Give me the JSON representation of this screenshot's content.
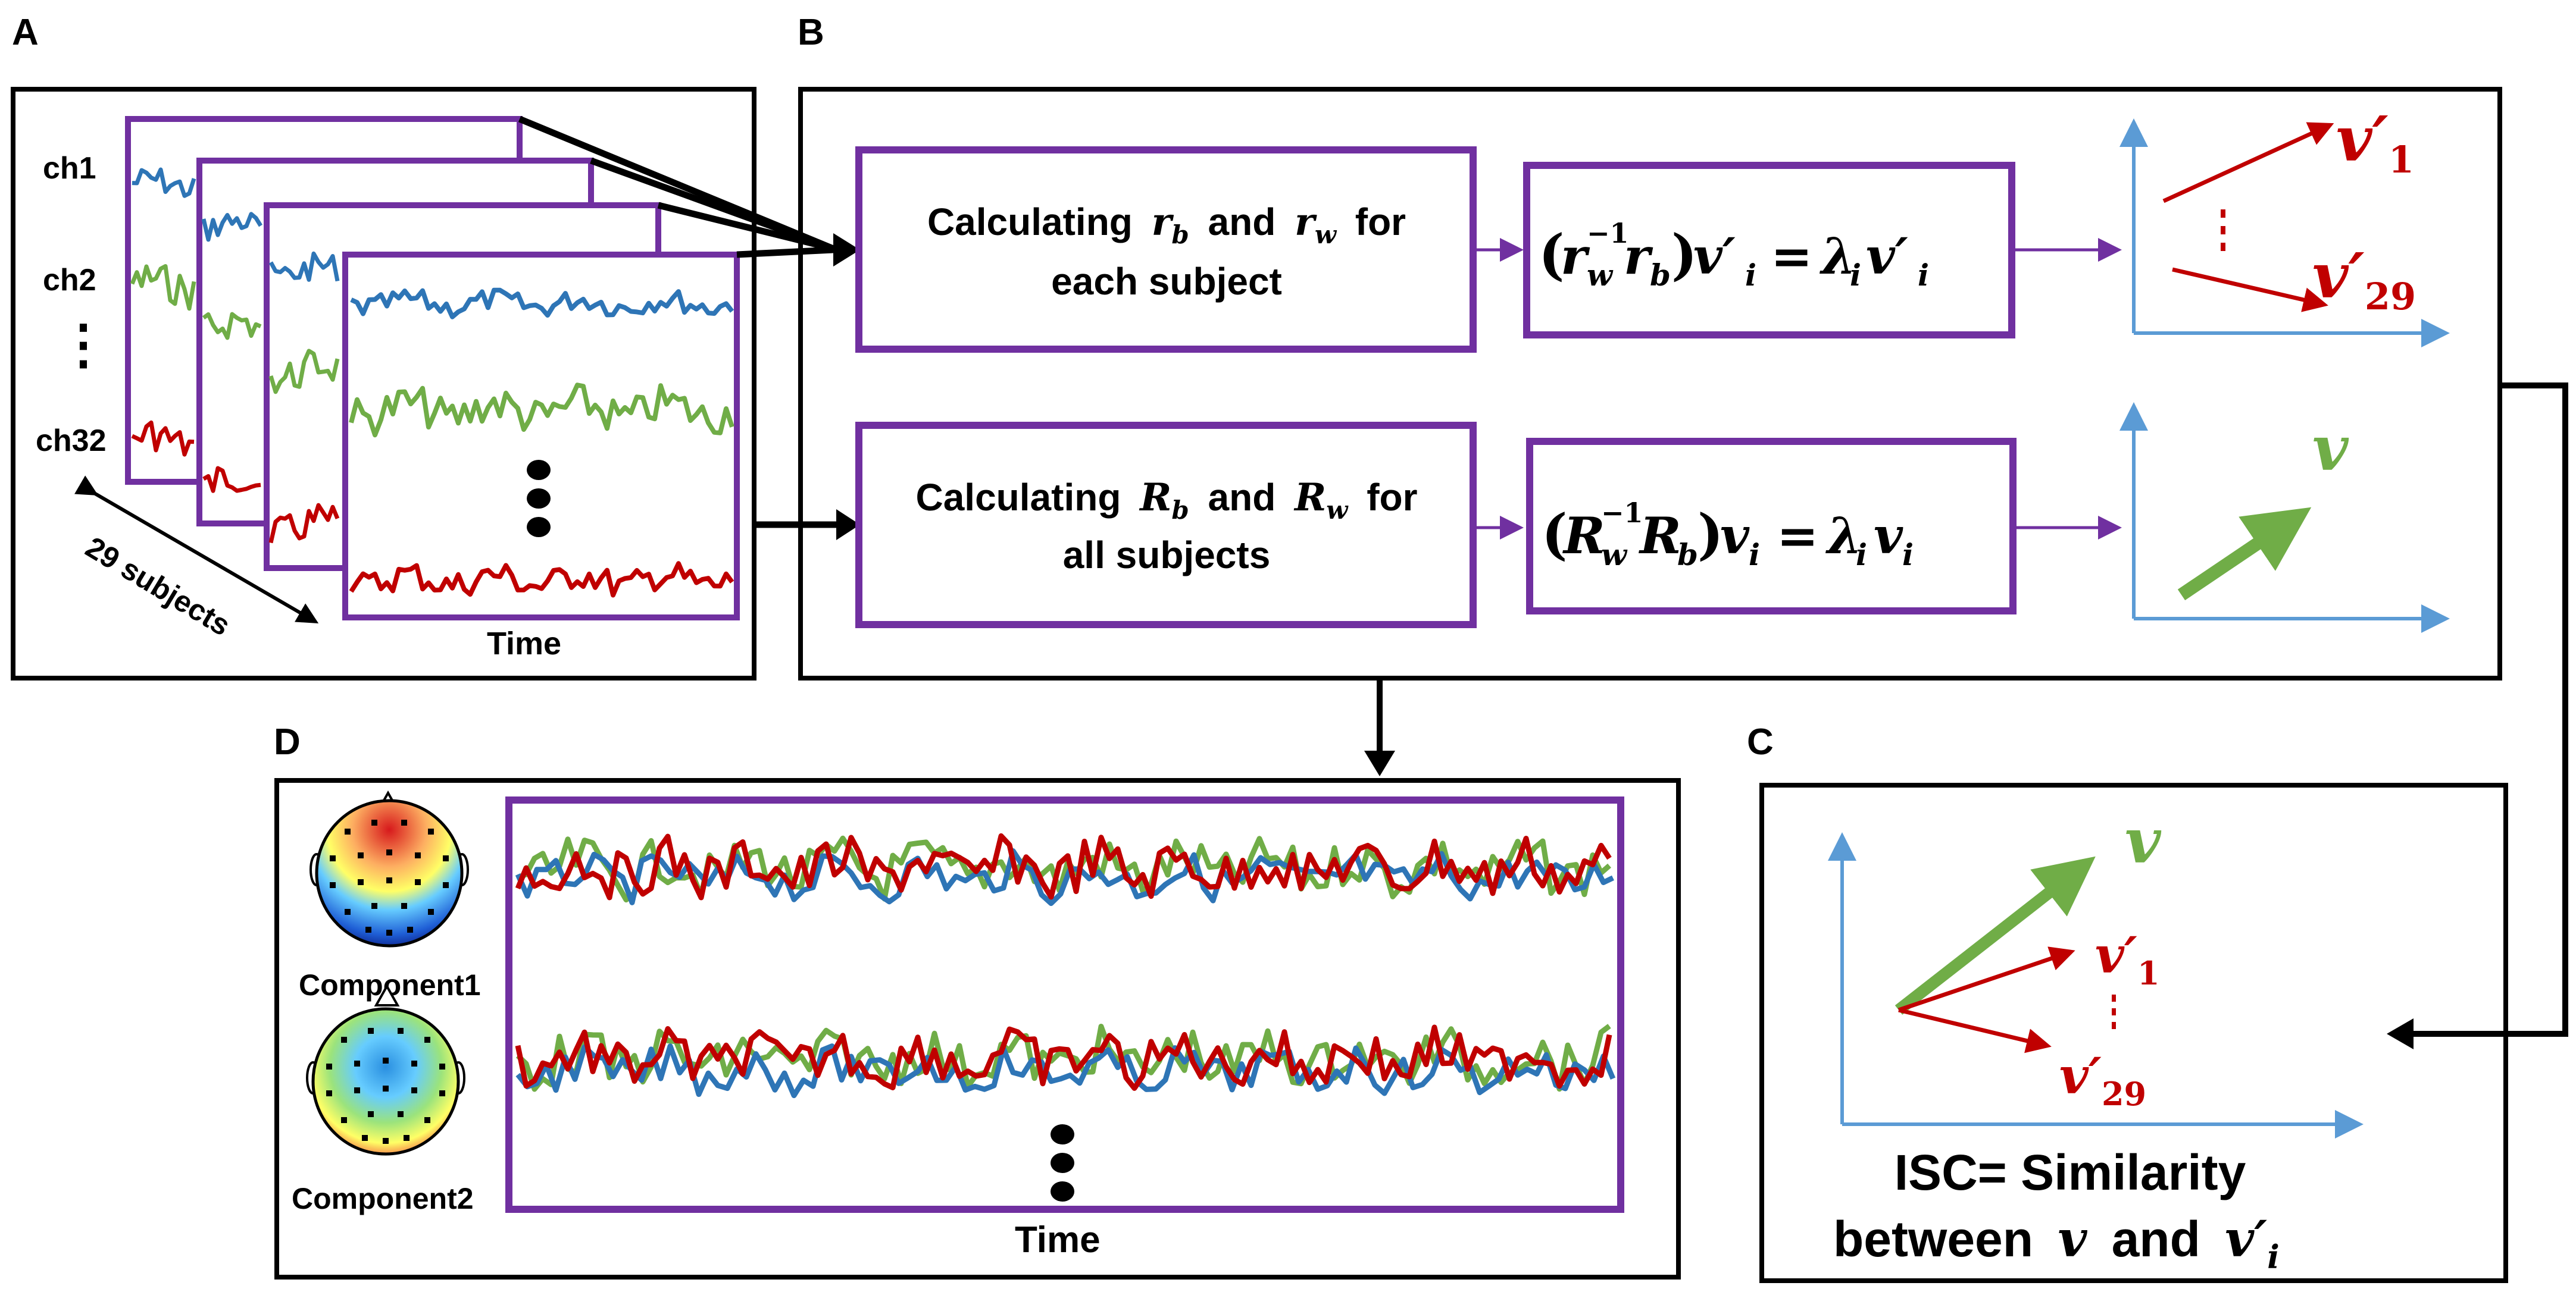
{
  "panels": {
    "a": "A",
    "b": "B",
    "c": "C",
    "d": "D"
  },
  "panel_a": {
    "channels": [
      "ch1",
      "ch2",
      "ch32"
    ],
    "dots": "⋮",
    "subjects_label": "29 subjects",
    "time_label": "Time"
  },
  "panel_b": {
    "row1": {
      "box_line1": "Calculating",
      "r_b": "r",
      "r_b_sub": "b",
      "and_word": "and",
      "r_w": "r",
      "r_w_sub": "w",
      "for_word": "for",
      "box_line2": "each subject",
      "equation": "(r_w^{-1} r_b) v'_i = λ_i v'_i",
      "vector_top": "v′",
      "vector_top_sub": "1",
      "vector_bottom": "v′",
      "vector_bottom_sub": "29"
    },
    "row2": {
      "box_line1": "Calculating",
      "R_b": "R",
      "R_b_sub": "b",
      "and_word": "and",
      "R_w": "R",
      "R_w_sub": "w",
      "for_word": "for",
      "box_line2": "all subjects",
      "equation": "(R_w^{-1} R_b) v_i = λ_i v_i",
      "vector": "v"
    }
  },
  "panel_c": {
    "vector_v": "v",
    "vector_top": "v′",
    "vector_top_sub": "1",
    "vector_bottom": "v′",
    "vector_bottom_sub": "29",
    "caption_line1": "ISC= Similarity",
    "caption_line2_a": "between",
    "caption_v": "v",
    "caption_and": "and",
    "caption_vi": "v′",
    "caption_vi_sub": "i"
  },
  "panel_d": {
    "components": [
      "Component1",
      "Component2"
    ],
    "time_label": "Time"
  },
  "colors": {
    "purple": "#7030a0",
    "blue": "#2e75b6",
    "green": "#70ad47",
    "red": "#c00000",
    "axis": "#5b9bd5"
  }
}
